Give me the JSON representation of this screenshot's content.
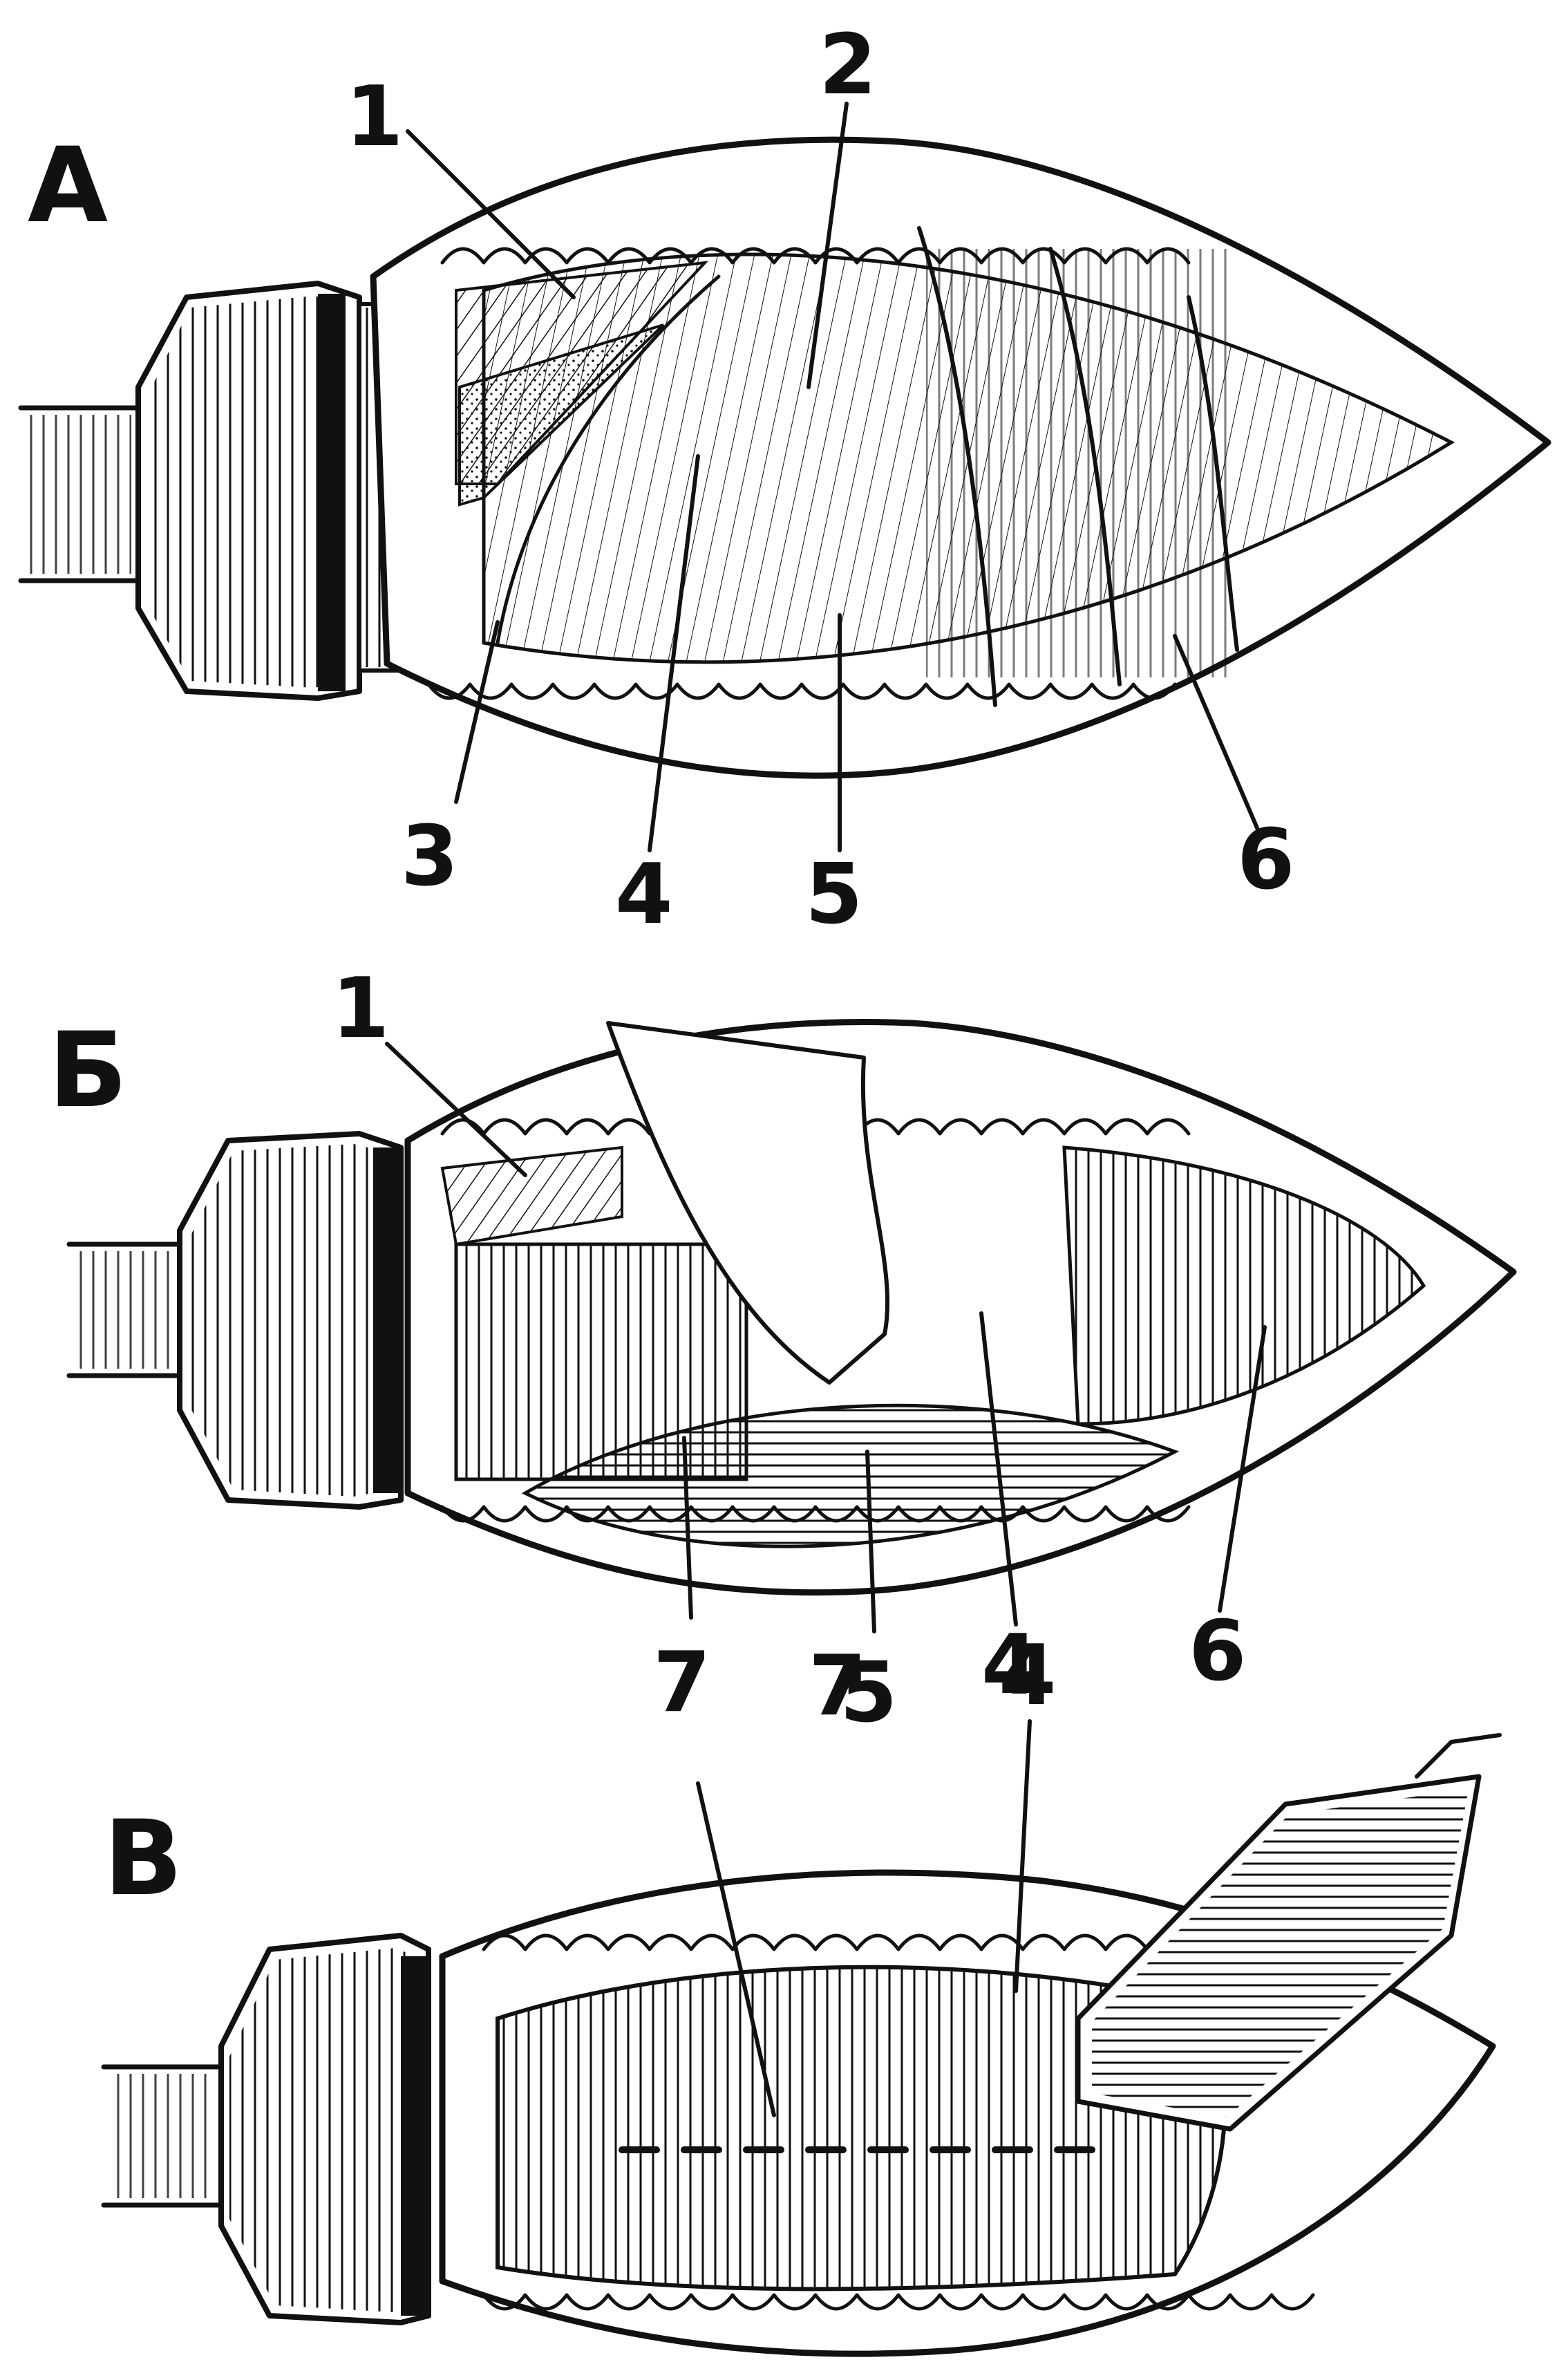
{
  "panels": [
    {
      "letter": "А",
      "callouts": [
        "1",
        "2",
        "3",
        "4",
        "5",
        "6"
      ]
    },
    {
      "letter": "Б",
      "callouts": [
        "1",
        "7",
        "5",
        "4",
        "6"
      ]
    },
    {
      "letter": "В",
      "callouts": [
        "7",
        "4"
      ]
    }
  ]
}
